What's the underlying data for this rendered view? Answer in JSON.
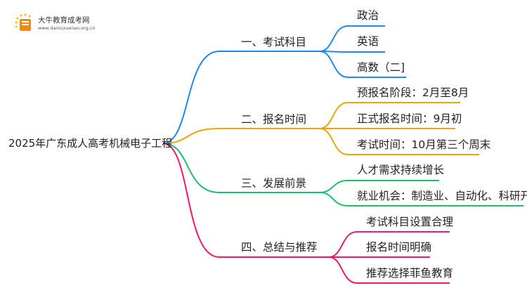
{
  "logo": {
    "title": "大牛教育成考网",
    "url": "www.daniuxueiiao.org.cn"
  },
  "root": "2025年广东成人高考机械电子工程",
  "branches": [
    {
      "label": "一、考试科目",
      "color": "#1e88f5",
      "children": [
        "政治",
        "英语",
        "高数（二]"
      ]
    },
    {
      "label": "二、报名时间",
      "color": "#f0a30a",
      "children": [
        "预报名阶段：2月至8月",
        "正式报名时间：9月初",
        "考试时间：10月第三个周末"
      ]
    },
    {
      "label": "三、发展前景",
      "color": "#1dbe6a",
      "children": [
        "人才需求持续增长",
        "就业机会：制造业、自动化、科研开发"
      ]
    },
    {
      "label": "四、总结与推荐",
      "color": "#f0186e",
      "children": [
        "考试科目设置合理",
        "报名时间明确",
        "推荐选择菲鱼教育"
      ]
    }
  ]
}
